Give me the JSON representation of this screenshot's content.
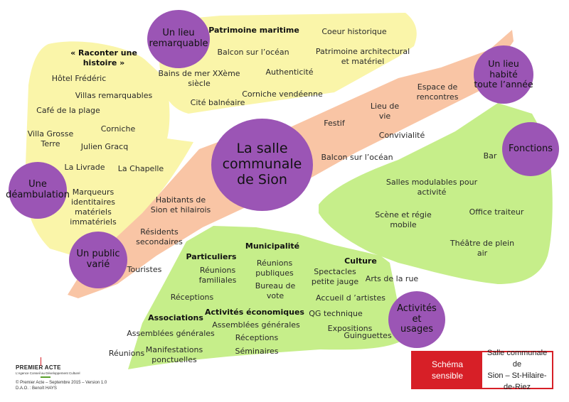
{
  "center": {
    "label": "La salle\ncommunale\nde Sion",
    "color": "#9b55b5"
  },
  "bubbles": [
    {
      "id": "lieu-remarquable",
      "label": "Un lieu\nremarquable"
    },
    {
      "id": "lieu-habite",
      "label": "Un lieu\nhabité\ntoute l’année"
    },
    {
      "id": "fonctions",
      "label": "Fonctions"
    },
    {
      "id": "deambulation",
      "label": "Une\ndéambulation"
    },
    {
      "id": "public-varie",
      "label": "Un public\nvarié"
    },
    {
      "id": "activites",
      "label": "Activités\net\nusages"
    }
  ],
  "zones": {
    "patrimoine": {
      "color": "#faf5a9",
      "labels": [
        "Patrimoine maritime",
        "Coeur historique",
        "Balcon sur l’océan",
        "Patrimoine architectural\net matériel",
        "Bains de mer XXème\nsiècle",
        "Authenticité",
        "Corniche vendéenne",
        "Cité balnéaire"
      ]
    },
    "histoire": {
      "color": "#faf5a9",
      "labels": [
        "« Raconter une\nhistoire »",
        "Hôtel Frédéric",
        "Villas remarquables",
        "Café de la plage",
        "Corniche",
        "Villa Grosse\nTerre",
        "Julien Gracq",
        "La Livrade",
        "La Chapelle",
        "Marqueurs\nidentitaires\nmatériels\nimmatériels"
      ]
    },
    "habite": {
      "color": "#f9c5a5",
      "labels": [
        "Espace de\nrencontres",
        "Lieu de\nvie",
        "Festif",
        "Convivialité",
        "Balcon sur l’océan"
      ]
    },
    "public": {
      "color": "#f9c5a5",
      "labels": [
        "Habitants de\nSion et hilairois",
        "Résidents\nsecondaires",
        "Touristes"
      ]
    },
    "fonctions": {
      "color": "#c6ee8a",
      "labels": [
        "Bar",
        "Salles modulables pour\nactivité",
        "Scène et régie\nmobile",
        "Office traiteur",
        "Théâtre de plein\nair"
      ]
    },
    "activites": {
      "color": "#c6ee8a",
      "labels": [
        "Particuliers",
        "Réunions\nfamiliales",
        "Réceptions",
        "Municipalité",
        "Réunions\npubliques",
        "Bureau de\nvote",
        "Culture",
        "Spectacles\npetite jauge",
        "Arts de la rue",
        "Accueil d ’artistes",
        "QG technique",
        "Expositions",
        "Guinguettes",
        "Associations",
        "Assemblées générales",
        "Réunions",
        "Manifestations\nponctuelles",
        "Activités économiques",
        "Assemblées générales",
        "Réceptions",
        "Séminaires"
      ]
    }
  },
  "legend": {
    "left": "Schéma\nsensible",
    "right": "Salle communale de\nSion – St-Hilaire-de-Riez",
    "accent": "#d71f27"
  },
  "footer": {
    "logo": "PREMIER ACTE",
    "tagline": "L’Agence Conseil au Développement Culturel",
    "credit_line1": "© Premier Acte – Septembre 2015 – Version 1.0",
    "credit_line2": "D.A.O. : Benoît HAYS"
  }
}
